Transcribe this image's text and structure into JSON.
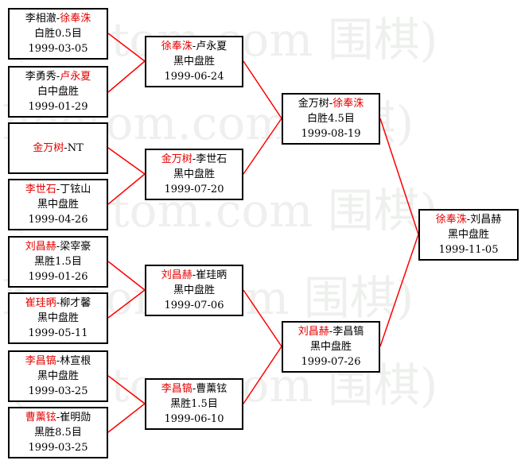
{
  "watermark": "hoetom.com 围棋",
  "round1": [
    {
      "p1": "李相澈",
      "p2": "徐奉洙",
      "winner": 2,
      "result": "白胜0.5目",
      "date": "1999-03-05"
    },
    {
      "p1": "李勇秀",
      "p2": "卢永夏",
      "winner": 2,
      "result": "白中盘胜",
      "date": "1999-01-29"
    },
    {
      "p1": "金万树",
      "p2": "NT",
      "winner": 1,
      "result": "",
      "date": ""
    },
    {
      "p1": "李世石",
      "p2": "丁铉山",
      "winner": 1,
      "result": "黑中盘胜",
      "date": "1999-04-26"
    },
    {
      "p1": "刘昌赫",
      "p2": "梁宰豪",
      "winner": 1,
      "result": "黑胜1.5目",
      "date": "1999-01-26"
    },
    {
      "p1": "崔珪昞",
      "p2": "柳才馨",
      "winner": 1,
      "result": "黑中盘胜",
      "date": "1999-05-11"
    },
    {
      "p1": "李昌镐",
      "p2": "林宣根",
      "winner": 1,
      "result": "黑中盘胜",
      "date": "1999-03-25"
    },
    {
      "p1": "曹薰铉",
      "p2": "崔明勋",
      "winner": 1,
      "result": "黑胜8.5目",
      "date": "1999-03-25"
    }
  ],
  "round2": [
    {
      "p1": "徐奉洙",
      "p2": "卢永夏",
      "winner": 1,
      "result": "黑中盘胜",
      "date": "1999-06-24"
    },
    {
      "p1": "金万树",
      "p2": "李世石",
      "winner": 1,
      "result": "黑中盘胜",
      "date": "1999-07-20"
    },
    {
      "p1": "刘昌赫",
      "p2": "崔珪昞",
      "winner": 1,
      "result": "黑中盘胜",
      "date": "1999-07-06"
    },
    {
      "p1": "李昌镐",
      "p2": "曹薰铉",
      "winner": 1,
      "result": "黑胜1.5目",
      "date": "1999-06-10"
    }
  ],
  "semifinal": [
    {
      "p1": "金万树",
      "p2": "徐奉洙",
      "winner": 2,
      "result": "白胜4.5目",
      "date": "1999-08-19"
    },
    {
      "p1": "刘昌赫",
      "p2": "李昌镐",
      "winner": 1,
      "result": "黑中盘胜",
      "date": "1999-07-26"
    }
  ],
  "final": [
    {
      "p1": "徐奉洙",
      "p2": "刘昌赫",
      "winner": 1,
      "result": "黑中盘胜",
      "date": "1999-11-05"
    }
  ],
  "colors": {
    "winner": "#e60000",
    "connector": "#ff0000",
    "border": "#000000",
    "watermark": "#eef0ee"
  }
}
